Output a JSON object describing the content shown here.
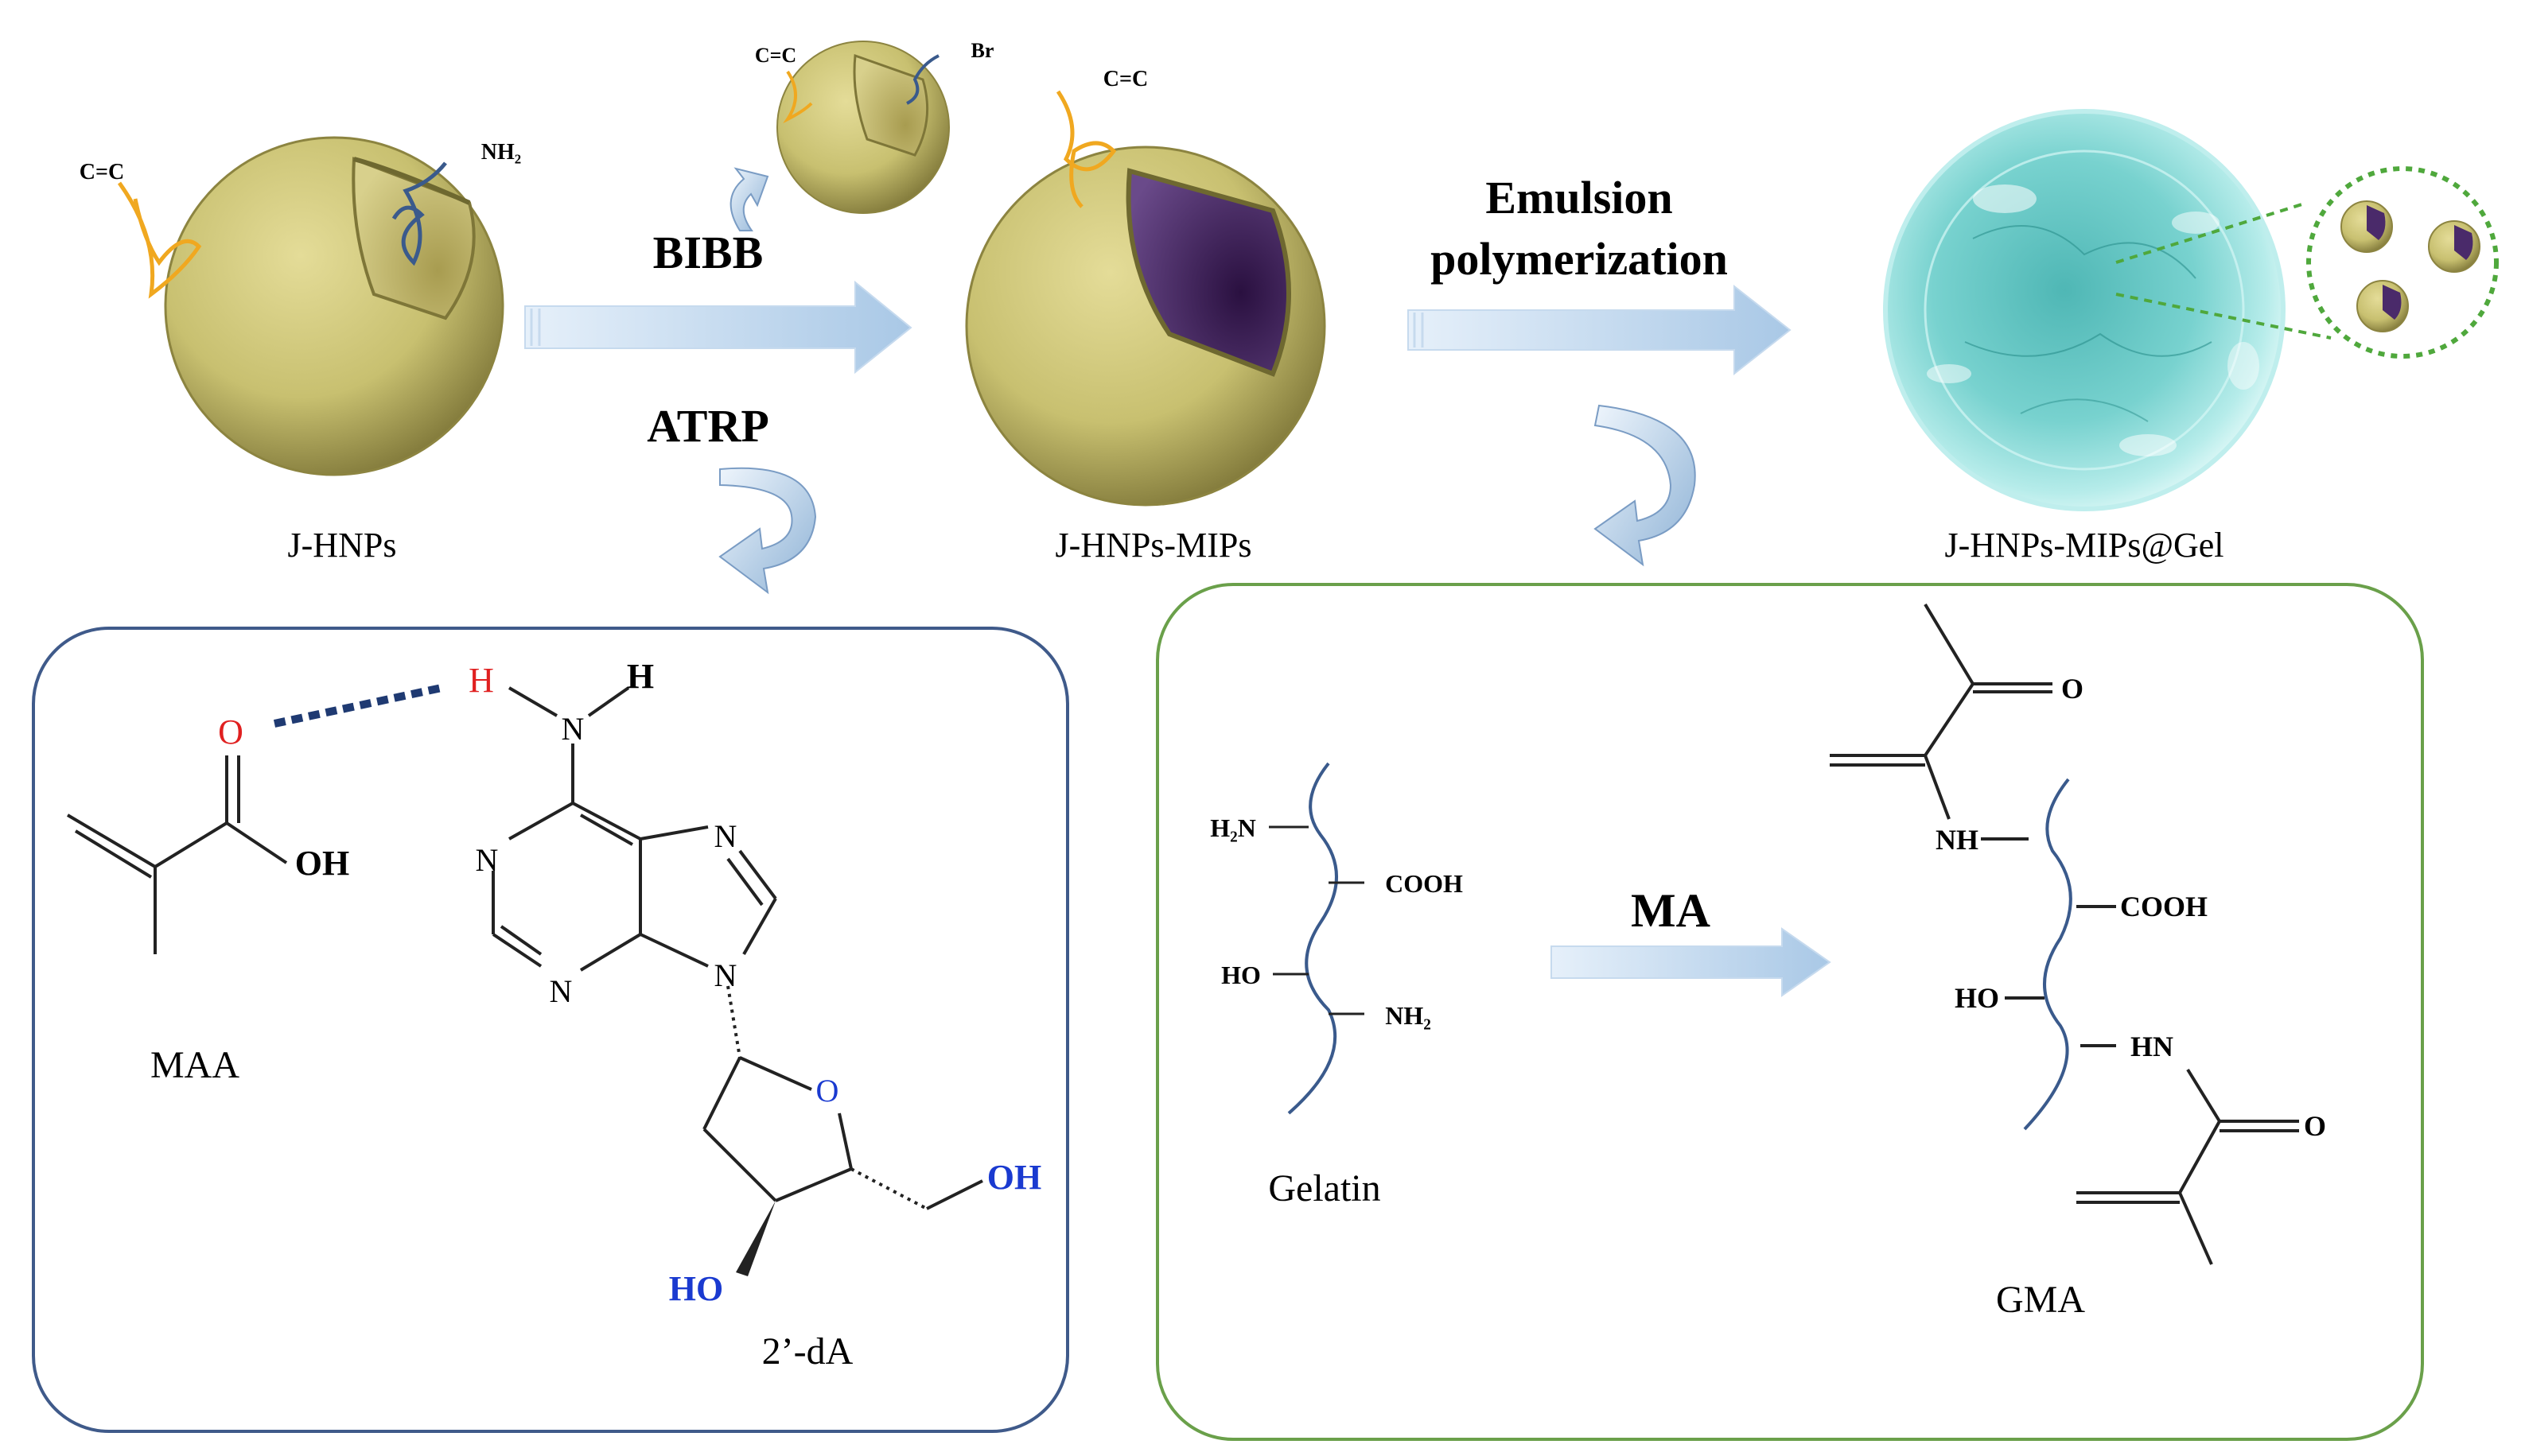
{
  "particles": {
    "jhnps": {
      "label": "J-HNPs",
      "tag_cc": "C=C",
      "tag_nh2": "NH₂"
    },
    "small": {
      "tag_cc": "C=C",
      "tag_br": "Br"
    },
    "mips": {
      "label": "J-HNPs-MIPs",
      "tag_cc": "C=C"
    },
    "gel": {
      "label": "J-HNPs-MIPs@Gel"
    }
  },
  "steps": {
    "step1_top": "BIBB",
    "step1_bottom": "ATRP",
    "step2_line1": "Emulsion",
    "step2_line2": "polymerization"
  },
  "left_panel": {
    "maa": {
      "name": "MAA",
      "o": "O",
      "oh": "OH"
    },
    "da": {
      "name": "2’-dA",
      "h_red": "H",
      "h_black": "H",
      "n": "N",
      "o_ring": "O",
      "oh": "OH",
      "ho": "HO"
    }
  },
  "right_panel": {
    "reagent": "MA",
    "gelatin": {
      "name": "Gelatin",
      "h2n": "H₂N",
      "cooh": "COOH",
      "ho": "HO",
      "nh2": "NH₂"
    },
    "gma": {
      "name": "GMA",
      "o_top": "O",
      "nh": "NH",
      "cooh": "COOH",
      "ho": "HO",
      "hn": "HN",
      "o_bottom": "O"
    }
  },
  "colors": {
    "particle": "#c8c070",
    "particle_dark": "#8c8440",
    "cavity": "#4a2a6a",
    "gel": "#6fcfcf",
    "left_box": "#3f5a8a",
    "right_box": "#6aa04a",
    "arrow": "#a9c8e6",
    "orange_chain": "#f0a820",
    "blue_chain": "#3a5a8c",
    "red_atom": "#e02020",
    "blue_atom": "#1a3ad0"
  }
}
